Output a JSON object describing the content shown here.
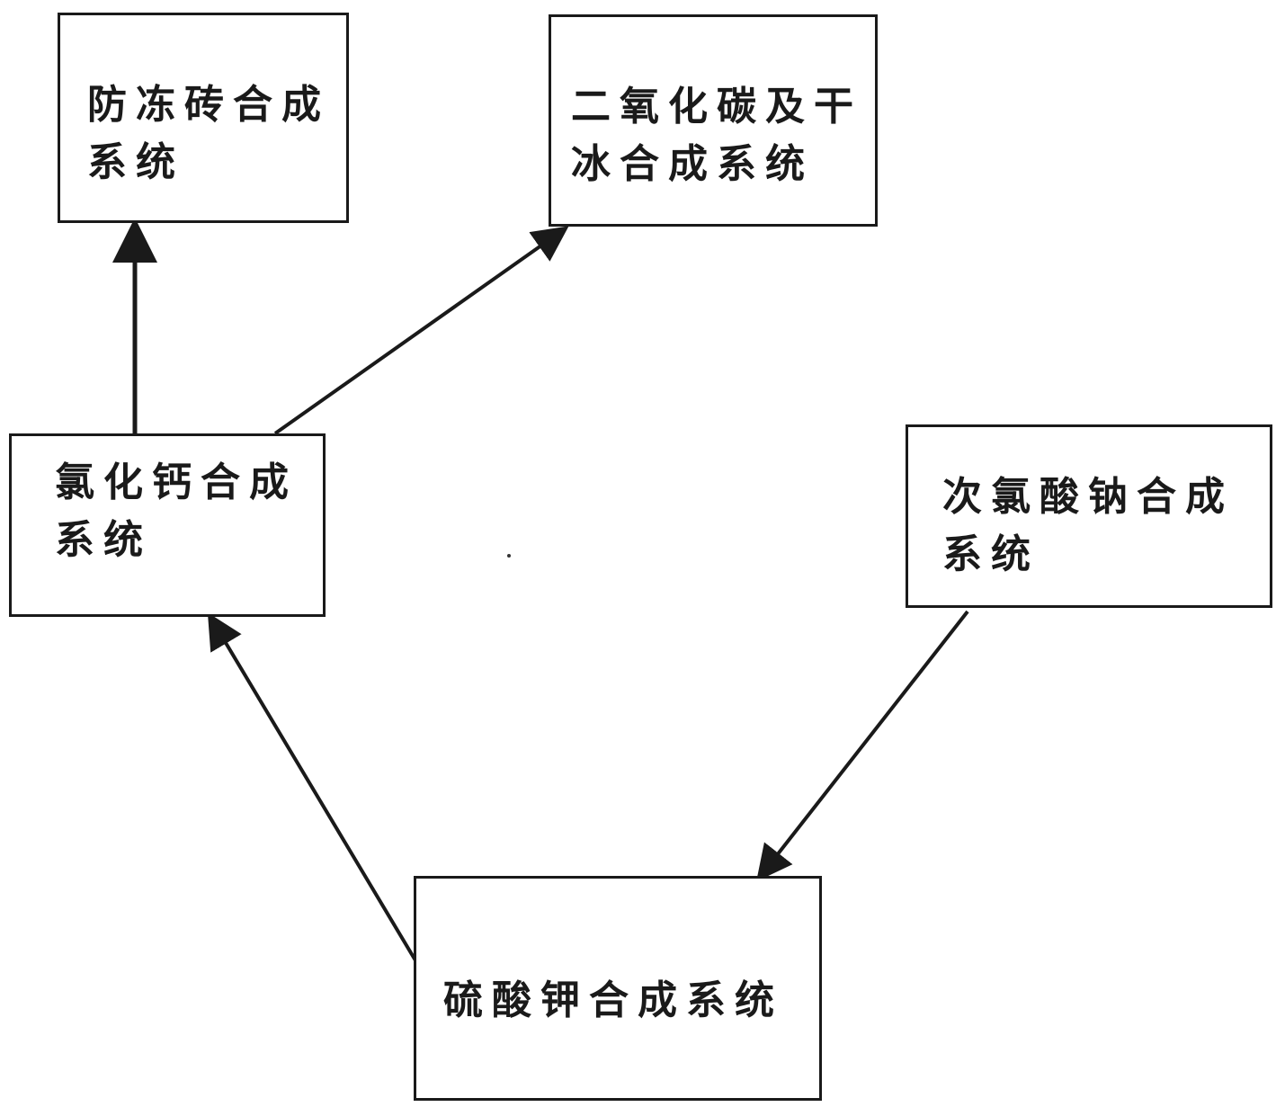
{
  "diagram": {
    "nodes": [
      {
        "id": "antifreeze",
        "label": "防冻砖合成\n系统"
      },
      {
        "id": "co2",
        "label": "二氧化碳及干\n冰合成系统"
      },
      {
        "id": "cacl2",
        "label": "氯化钙合成\n系统"
      },
      {
        "id": "naclo",
        "label": "次氯酸钠合成\n系统"
      },
      {
        "id": "k2so4",
        "label": "硫酸钾合成系统"
      }
    ],
    "edges": [
      {
        "from": "cacl2",
        "to": "antifreeze"
      },
      {
        "from": "cacl2",
        "to": "co2"
      },
      {
        "from": "k2so4",
        "to": "cacl2"
      },
      {
        "from": "naclo",
        "to": "k2so4"
      }
    ],
    "colors": {
      "line": "#1a1a1a",
      "background": "#ffffff"
    }
  }
}
